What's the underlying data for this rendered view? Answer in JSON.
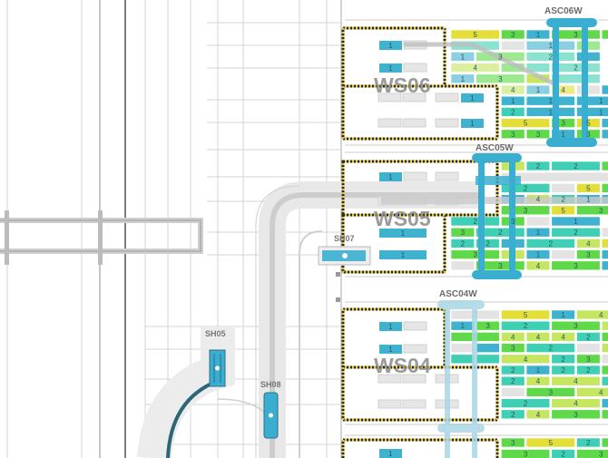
{
  "colors": {
    "1": "#3fb2d0",
    "2": "#3fcfb4",
    "3": "#5fd94a",
    "4": "#c6e662",
    "5": "#e4df38",
    "e": "#e3e3e3",
    "crane": "#3aaed0",
    "crane_faded": "#a9d6e4",
    "track": "#e6e6e6",
    "track_core": "#cfcfcf",
    "shuttle_track_dark": "#2c6678"
  },
  "workstations": [
    {
      "label": "WS06"
    },
    {
      "label": "WS05"
    },
    {
      "label": "WS04"
    }
  ],
  "cranes": [
    {
      "label": "ASC06W",
      "state": "active"
    },
    {
      "label": "ASC05W",
      "state": "active"
    },
    {
      "label": "ASC04W",
      "state": "faded"
    }
  ],
  "shuttles": [
    {
      "label": "SH05"
    },
    {
      "label": "SH07"
    },
    {
      "label": "SH08"
    }
  ],
  "station_slots": [
    {
      "label": "1"
    },
    {
      "label": "1"
    },
    {
      "label": "1"
    },
    {
      "label": "1"
    },
    {
      "label": "1"
    },
    {
      "label": "1"
    },
    {
      "label": "1"
    },
    {
      "label": "1"
    },
    {
      "label": "1"
    },
    {
      "label": "1"
    }
  ],
  "racks": {
    "WS06": [
      [
        [
          "5",
          "5",
          2
        ],
        [
          "3",
          "3",
          1
        ],
        [
          "1",
          "1",
          1
        ],
        [
          "3",
          "3",
          2
        ],
        [
          "",
          "3",
          1
        ]
      ],
      [
        [
          "",
          "2",
          2,
          1
        ],
        [
          "",
          "e",
          1
        ],
        [
          "1",
          "1",
          2,
          1
        ],
        [
          "",
          "3",
          1,
          1
        ]
      ],
      [
        [
          "1",
          "1",
          1,
          1
        ],
        [
          "3",
          "3",
          2,
          1
        ],
        [
          "2",
          "2",
          2,
          1
        ],
        [
          "",
          "1",
          1
        ]
      ],
      [
        [
          "4",
          "4",
          2,
          1
        ],
        [
          "",
          "3",
          1,
          1
        ],
        [
          "",
          "2",
          1,
          1
        ],
        [
          "2",
          "2",
          2,
          1
        ]
      ],
      [
        [
          "1",
          "1",
          1,
          1
        ],
        [
          "3",
          "3",
          2,
          1
        ],
        [
          "",
          "4",
          1
        ],
        [
          "",
          "2",
          2,
          1
        ]
      ],
      [
        null,
        null,
        [
          "4",
          "4",
          1,
          1
        ],
        [
          "1",
          "1",
          1,
          1
        ],
        [
          "4",
          "5",
          1,
          1
        ],
        [
          "",
          "e",
          1
        ],
        [
          "",
          "1",
          1
        ]
      ],
      [
        null,
        null,
        [
          "1",
          "1",
          1
        ],
        [
          "1",
          "1",
          2
        ],
        [
          "1",
          "1",
          2
        ]
      ],
      [
        null,
        null,
        [
          "2",
          "2",
          1
        ],
        [
          "1",
          "1",
          2
        ],
        [
          "1",
          "1",
          2
        ]
      ],
      [
        null,
        null,
        [
          "5",
          "5",
          2
        ],
        [
          "3",
          "3",
          1
        ],
        [
          "5",
          "5",
          1
        ],
        [
          "",
          "1",
          1
        ]
      ],
      [
        null,
        null,
        [
          "3",
          "3",
          1
        ],
        [
          "3",
          "3",
          1
        ],
        [
          "1",
          "1",
          1
        ],
        [
          "3",
          "3",
          1
        ],
        [
          "",
          "1",
          1
        ]
      ]
    ],
    "WS05": [
      [
        null,
        null,
        [
          "",
          "4",
          1
        ],
        [
          "2",
          "2",
          1
        ],
        [
          "2",
          "2",
          2
        ],
        [
          "",
          "3",
          1
        ]
      ],
      [
        null,
        null,
        [
          "",
          "e",
          5
        ]
      ],
      [
        null,
        null,
        [
          "2",
          "2",
          2
        ],
        [
          "",
          "e",
          1
        ],
        [
          "5",
          "5",
          1
        ],
        [
          "",
          "3",
          1
        ]
      ],
      [
        null,
        null,
        [
          "",
          "1",
          1
        ],
        [
          "4",
          "4",
          1
        ],
        [
          "2",
          "2",
          1
        ],
        [
          "1",
          "1",
          1
        ],
        [
          "",
          "1",
          1
        ]
      ],
      [
        null,
        null,
        [
          "3",
          "3",
          2
        ],
        [
          "5",
          "5",
          1
        ],
        [
          "3",
          "3",
          2
        ]
      ],
      [
        [
          "2",
          "2",
          2
        ],
        [
          "3",
          "3",
          1
        ],
        [
          "",
          "e",
          1
        ],
        [
          "1",
          "1",
          2
        ]
      ],
      [
        [
          "3",
          "3",
          1
        ],
        [
          "2",
          "2",
          2
        ],
        [
          "1",
          "1",
          1
        ],
        [
          "2",
          "2",
          2
        ],
        [
          "",
          "e",
          1
        ]
      ],
      [
        [
          "2",
          "2",
          1
        ],
        [
          "2",
          "2",
          1
        ],
        [
          "",
          "1",
          1
        ],
        [
          "2",
          "2",
          2
        ],
        [
          "4",
          "4",
          1
        ],
        [
          "",
          "5",
          1
        ]
      ],
      [
        [
          "3",
          "3",
          2
        ],
        [
          "",
          "4",
          1
        ],
        [
          "1",
          "1",
          1
        ],
        [
          "",
          "e",
          1
        ],
        [
          "3",
          "3",
          1
        ],
        [
          "",
          "1",
          1
        ]
      ],
      [
        [
          "",
          "e",
          1
        ],
        [
          "3",
          "3",
          2
        ],
        [
          "4",
          "4",
          1
        ],
        [
          "3",
          "3",
          2
        ],
        [
          "",
          "1",
          1
        ]
      ]
    ],
    "WS04": [
      [
        [
          "",
          "e",
          2
        ],
        [
          "5",
          "5",
          2
        ],
        [
          "1",
          "1",
          1
        ],
        [
          "4",
          "4",
          2
        ]
      ],
      [
        [
          "1",
          "1",
          1
        ],
        [
          "3",
          "3",
          1
        ],
        [
          "2",
          "2",
          2
        ],
        [
          "3",
          "3",
          2
        ],
        [
          "",
          "4",
          1
        ]
      ],
      [
        [
          "",
          "3",
          2
        ],
        [
          "4",
          "4",
          1
        ],
        [
          "4",
          "4",
          1
        ],
        [
          "4",
          "4",
          1
        ],
        [
          "2",
          "2",
          1
        ],
        [
          "",
          "3",
          1
        ]
      ],
      [
        [
          "",
          "e",
          1
        ],
        [
          "",
          "1",
          1
        ],
        [
          "3",
          "3",
          1
        ],
        [
          "2",
          "2",
          2
        ],
        [
          "",
          "e",
          1
        ],
        [
          "",
          "4",
          1
        ]
      ],
      [
        [
          "",
          "2",
          1
        ],
        [
          "",
          "2",
          1
        ],
        [
          "4",
          "4",
          2
        ],
        [
          "2",
          "2",
          1
        ],
        [
          "3",
          "3",
          1
        ],
        [
          "",
          "e",
          1
        ]
      ],
      [
        null,
        null,
        [
          "2",
          "2",
          1
        ],
        [
          "1",
          "1",
          1
        ],
        [
          "2",
          "2",
          1
        ],
        [
          "2",
          "2",
          1
        ],
        [
          "",
          "3",
          1
        ]
      ],
      [
        null,
        null,
        [
          "2",
          "2",
          1
        ],
        [
          "4",
          "4",
          1
        ],
        [
          "4",
          "4",
          2
        ],
        [
          "",
          "2",
          1
        ]
      ],
      [
        null,
        null,
        [
          "",
          "e",
          1
        ],
        [
          "3",
          "3",
          2
        ],
        [
          "4",
          "4",
          2
        ]
      ],
      [
        null,
        null,
        [
          "2",
          "2",
          2
        ],
        [
          "4",
          "4",
          2
        ],
        [
          "",
          "1",
          1
        ]
      ],
      [
        null,
        null,
        [
          "2",
          "2",
          1
        ],
        [
          "4",
          "4",
          1
        ],
        [
          "3",
          "3",
          2
        ],
        [
          "",
          "3",
          1
        ]
      ]
    ],
    "WS03": [
      [
        null,
        null,
        [
          "3",
          "3",
          1
        ],
        [
          "5",
          "5",
          2
        ],
        [
          "2",
          "2",
          1
        ],
        [
          "",
          "3",
          1
        ]
      ],
      [
        null,
        null,
        [
          "3",
          "3",
          2
        ],
        [
          "2",
          "2",
          1
        ],
        [
          "3",
          "3",
          2
        ]
      ]
    ]
  }
}
